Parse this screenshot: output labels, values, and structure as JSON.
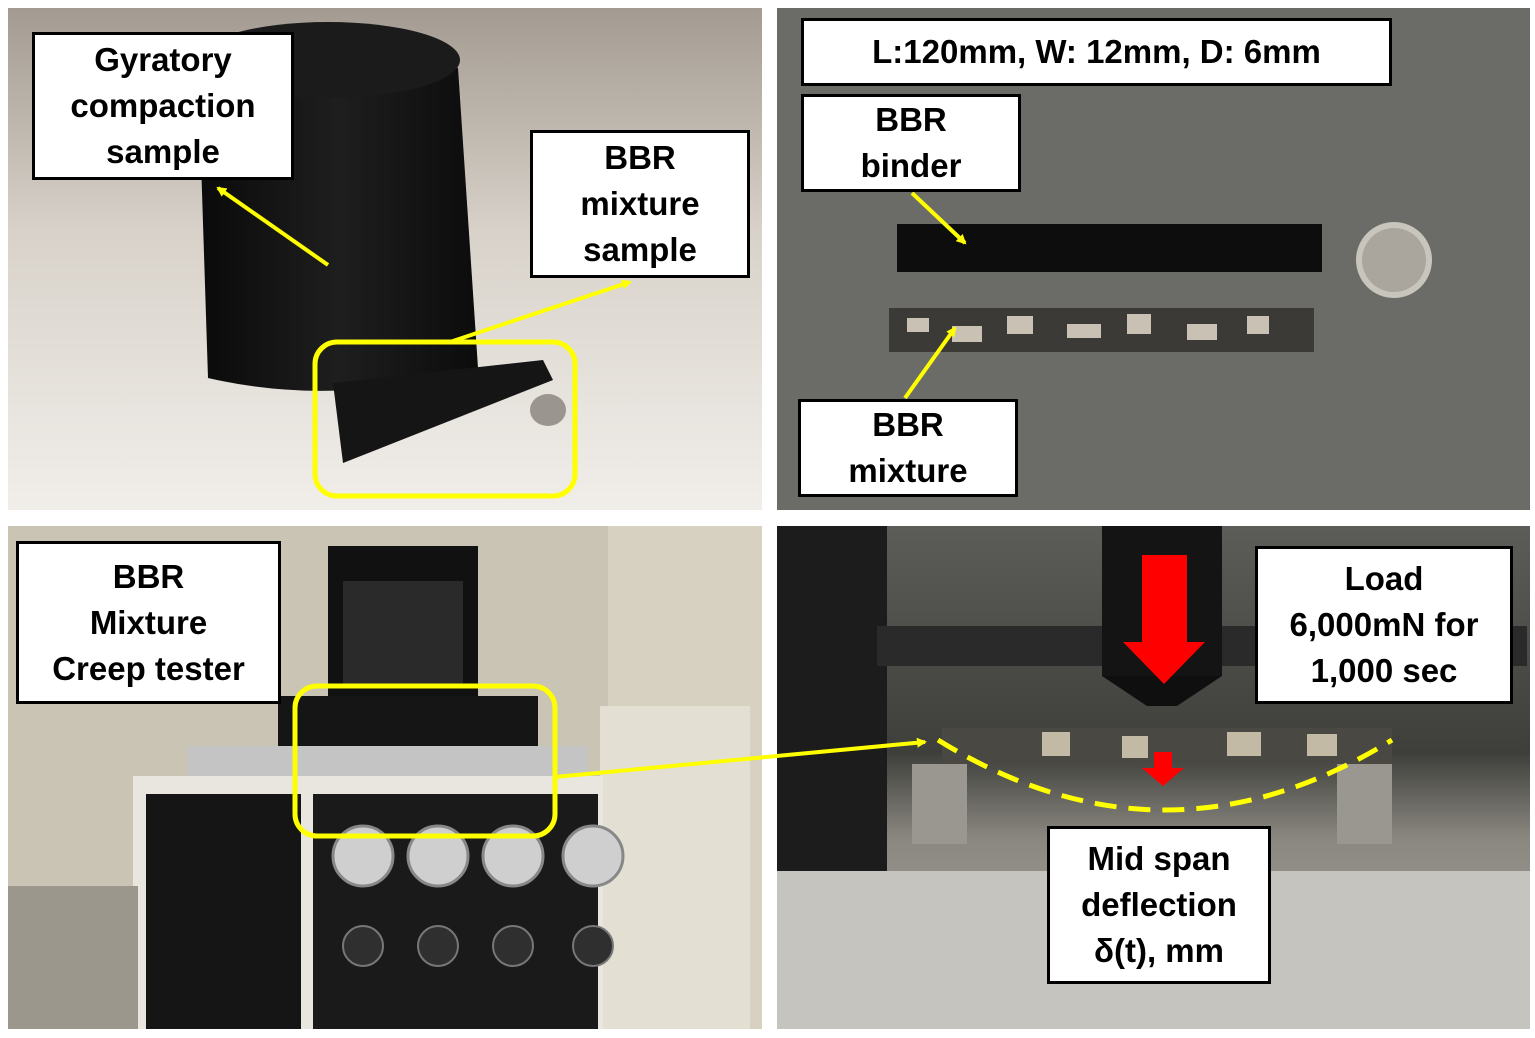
{
  "panels": {
    "top_left": {
      "label_gyratory": [
        "Gyratory",
        "compaction",
        "sample"
      ],
      "label_bbr_mix_sample": [
        "BBR",
        "mixture",
        "sample"
      ]
    },
    "top_right": {
      "dimensions": "L:120mm, W: 12mm, D: 6mm",
      "label_binder": [
        "BBR",
        "binder"
      ],
      "label_mixture": [
        "BBR",
        "mixture"
      ]
    },
    "bottom_left": {
      "label_tester": [
        "BBR",
        "Mixture",
        "Creep tester"
      ]
    },
    "bottom_right": {
      "label_load": [
        "Load",
        "6,000mN for",
        "1,000 sec"
      ],
      "label_deflection": [
        "Mid span",
        "deflection",
        "δ(t), mm"
      ]
    }
  },
  "colors": {
    "annotation_yellow": "#ffff00",
    "load_arrow_red": "#ff0000",
    "label_border": "#000000"
  },
  "icons": [
    "arrow-icon",
    "load-arrow-icon",
    "deflection-curve-icon"
  ]
}
